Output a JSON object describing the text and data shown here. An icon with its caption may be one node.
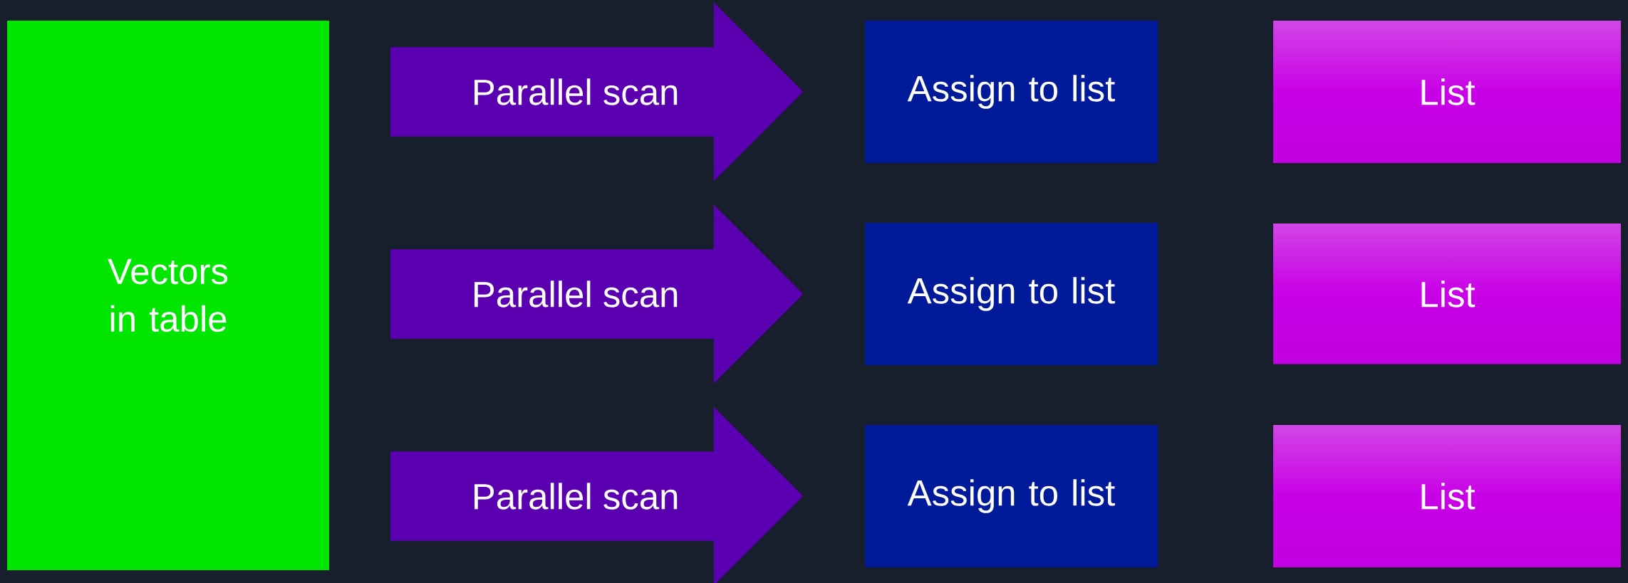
{
  "diagram": {
    "nodes": [
      {
        "text": [
          "Vectors in table"
        ]
      },
      {
        "text": [
          "Assign to list"
        ]
      },
      {
        "text": [
          "Assign to list"
        ]
      },
      {
        "text": [
          "Assign to list"
        ]
      },
      {
        "text": [
          "List"
        ]
      },
      {
        "text": [
          "List"
        ]
      },
      {
        "text": [
          "List"
        ]
      }
    ],
    "edges": [
      {
        "from": 0,
        "to": 1,
        "arrow": "to",
        "label": "Parallel scan"
      },
      {
        "from": 0,
        "to": 2,
        "arrow": "to",
        "label": "Parallel scan"
      },
      {
        "from": 0,
        "to": 3,
        "arrow": "to",
        "label": "Parallel scan"
      }
    ]
  }
}
